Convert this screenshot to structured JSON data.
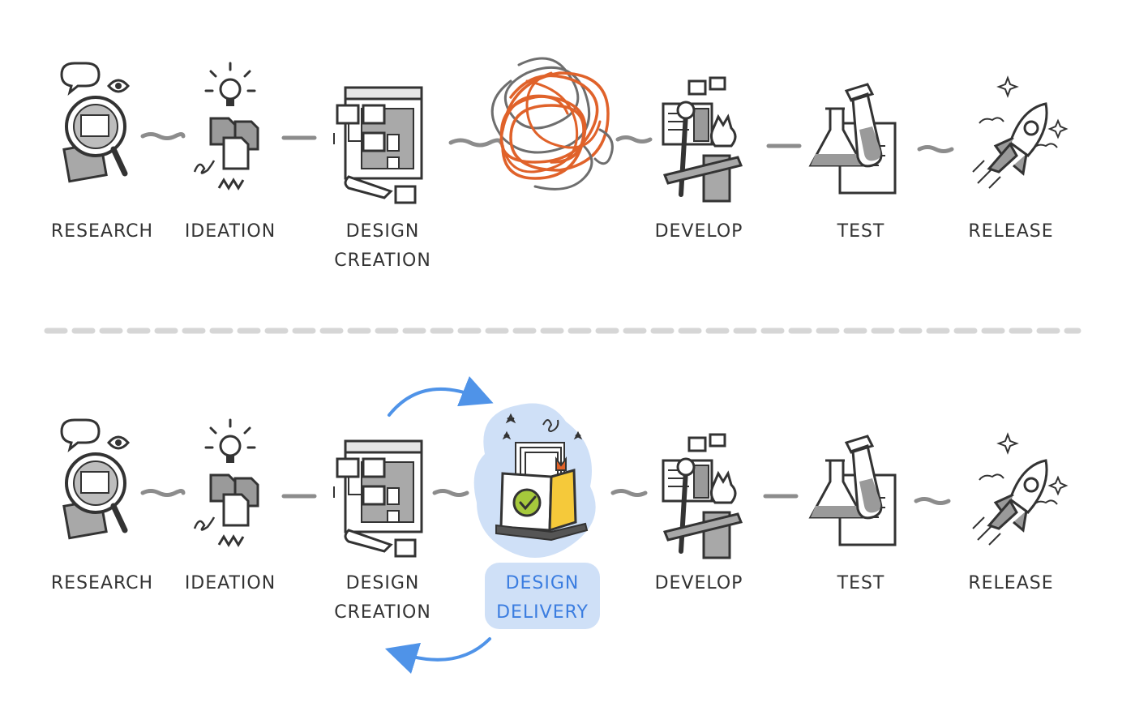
{
  "top_row": {
    "steps": [
      {
        "label": "RESEARCH",
        "icon": "magnifier-research-icon"
      },
      {
        "label": "IDEATION",
        "icon": "lightbulb-ideation-icon"
      },
      {
        "label": "DESIGN CREATION",
        "icon": "wireframe-design-icon"
      },
      {
        "label": "",
        "icon": "tangled-scribble-icon"
      },
      {
        "label": "DEVELOP",
        "icon": "code-wrench-develop-icon"
      },
      {
        "label": "TEST",
        "icon": "flask-test-icon"
      },
      {
        "label": "RELEASE",
        "icon": "rocket-release-icon"
      }
    ]
  },
  "bottom_row": {
    "steps": [
      {
        "label": "RESEARCH",
        "icon": "magnifier-research-icon"
      },
      {
        "label": "IDEATION",
        "icon": "lightbulb-ideation-icon"
      },
      {
        "label": "DESIGN CREATION",
        "icon": "wireframe-design-icon"
      },
      {
        "label": "DESIGN DELIVERY",
        "icon": "delivery-box-check-icon",
        "highlight": true
      },
      {
        "label": "DEVELOP",
        "icon": "code-wrench-develop-icon"
      },
      {
        "label": "TEST",
        "icon": "flask-test-icon"
      },
      {
        "label": "RELEASE",
        "icon": "rocket-release-icon"
      }
    ]
  },
  "colors": {
    "ink": "#333333",
    "gray_fill": "#9a9a9a",
    "tangle": "#e0622a",
    "highlight_bg": "#cfe0f7",
    "highlight_text": "#3b7de0",
    "arrow": "#4f93e8",
    "check_yellow": "#f5c93a",
    "check_green": "#a6c93c"
  }
}
